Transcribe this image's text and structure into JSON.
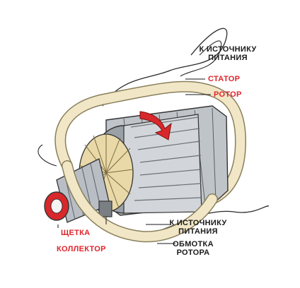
{
  "labels": {
    "power_top_line1": "К ИСТОЧНИКУ",
    "power_top_line2": "ПИТАНИЯ",
    "stator": "СТАТОР",
    "rotor": "РОТОР",
    "power_bottom_line1": "К ИСТОЧНИКУ",
    "power_bottom_line2": "ПИТАНИЯ",
    "brush": "ЩЕТКА",
    "winding_line1": "ОБМОТКА",
    "winding_line2": "РОТОРА",
    "commutator": "КОЛЛЕКТОР"
  },
  "colors": {
    "label_dark": "#1a1a1a",
    "label_red": "#e0242b",
    "stator_cream": "#f1e7c6",
    "rotor_metal": "#c9ced3",
    "commutator_red": "#d8282b",
    "arrow_red": "#d8282b"
  }
}
